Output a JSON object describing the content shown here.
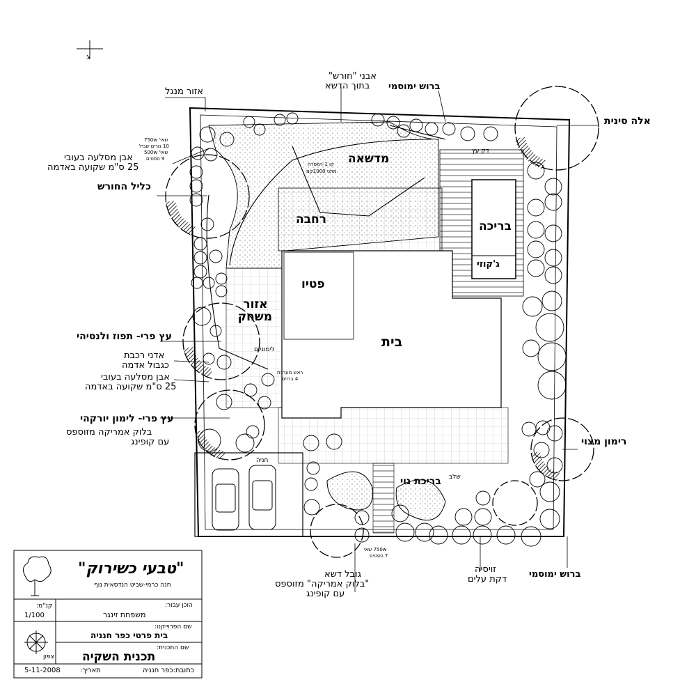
{
  "north_mark": "צ",
  "rooms": {
    "lawn": "מדשאה",
    "plaza": "רחבה",
    "patio": "פטיו",
    "house": "בית",
    "pool": "בריכה",
    "jacuzzi": "ג'קוזי",
    "play_area": "אזור משחק",
    "ornamental_pool": "בריכת נוי"
  },
  "labels": {
    "bbq_area": "אזור מנגל",
    "lawn_stones_1": "אבני \"חורש\"",
    "lawn_stones_2": "בתוך הדשא",
    "cypress_top": "ברוש ימוסמי",
    "cypress_bottom": "ברוש ימוסמי",
    "pistacia": "אלה סינית",
    "cercis": "כליל החורש",
    "orange_tree": "עץ פרי- תפוז ולנסיהי",
    "lemon_tree": "עץ פרי- לימון יורקהי",
    "pomegranate": "רימון מצוי",
    "stepping_stones_a1": "אבן מסלעה בעובי",
    "stepping_stones_a2": "25 ס\"מ שקועה באדמה",
    "stepping_stones_b1": "אבן מסלעה בעובי",
    "stepping_stones_b2": "25 ס\"מ שקועה באדמה",
    "path_stones_1": "אדני רכבת",
    "path_stones_2": "כגבול אדמה",
    "lemon_block_1": "בלוק אמריקה מזוספס",
    "lemon_block_2": "עם קופינג",
    "lawn_edge_1": "גובל דשא",
    "lawn_edge_2": "\"בלוק אמריקה\" מזוספס",
    "lawn_edge_3": "עם קופינג",
    "deck_1": "זויסיה",
    "deck_2": "דקת עלים",
    "valve_1": "ראש מערכת",
    "valve_2": "4 ברזים",
    "flow_note_1": "שאי' 750w",
    "flow_note_2": "10 גורים שביל",
    "flow_note_3": "שאי' 500w",
    "flow_note_4": "9 ספטים",
    "bottom_flow_1": "750w שאי",
    "bottom_flow_2": "7 ספטים",
    "lawn_sprinklers_1": "קו 1-רמסרה",
    "lawn_sprinklers_2": "מתני 1000קמ",
    "wood_deck": "דק עץ",
    "limonium": "לימוניום",
    "limonium_bed": "שלב",
    "parking_gate": "חניה"
  },
  "title_block": {
    "firm": "\"טבעי כשירוק\"",
    "subtitle": "חנה כרמי-שביט הנדסאית נוף",
    "prepared_for_label": "הוכן עבור:",
    "prepared_for_value": "משפחת זינגר",
    "scale_label": "קנ\"מ:",
    "scale_value": "1/100",
    "project_label": "שם הפרוייקט:",
    "project_value": "בית פרטי כפר חנניה",
    "plan_label": "שם התכנית:",
    "plan_value": "תכנית השקיה",
    "north_label": "צפון",
    "address_label": "כתובת:כפר חנניה",
    "date_label": "תאריך:",
    "date_value": "5-11-2008"
  }
}
